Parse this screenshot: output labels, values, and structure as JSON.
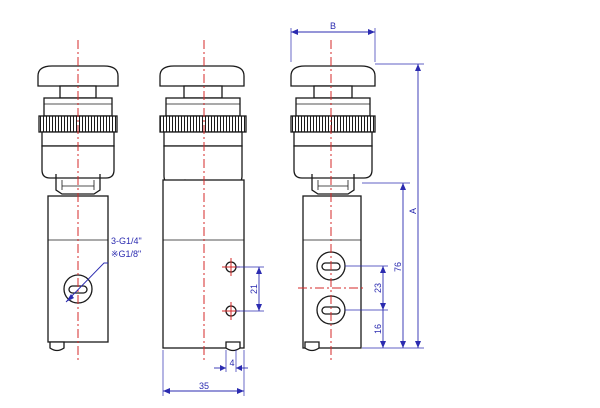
{
  "colors": {
    "outline": "#1a1a1a",
    "centerline": "#d62828",
    "dimension": "#2b2bb0"
  },
  "labels": {
    "port_thread_1": "3-G1/4\"",
    "port_thread_2": "※G1/8\""
  },
  "dimensions": {
    "width_b": "B",
    "height_a": "A",
    "port_spacing_21": "21",
    "base_to_port_4": "4",
    "body_width_35": "35",
    "port_spacing_23": "23",
    "total_height_76": "76",
    "base_offset_16": "16"
  }
}
